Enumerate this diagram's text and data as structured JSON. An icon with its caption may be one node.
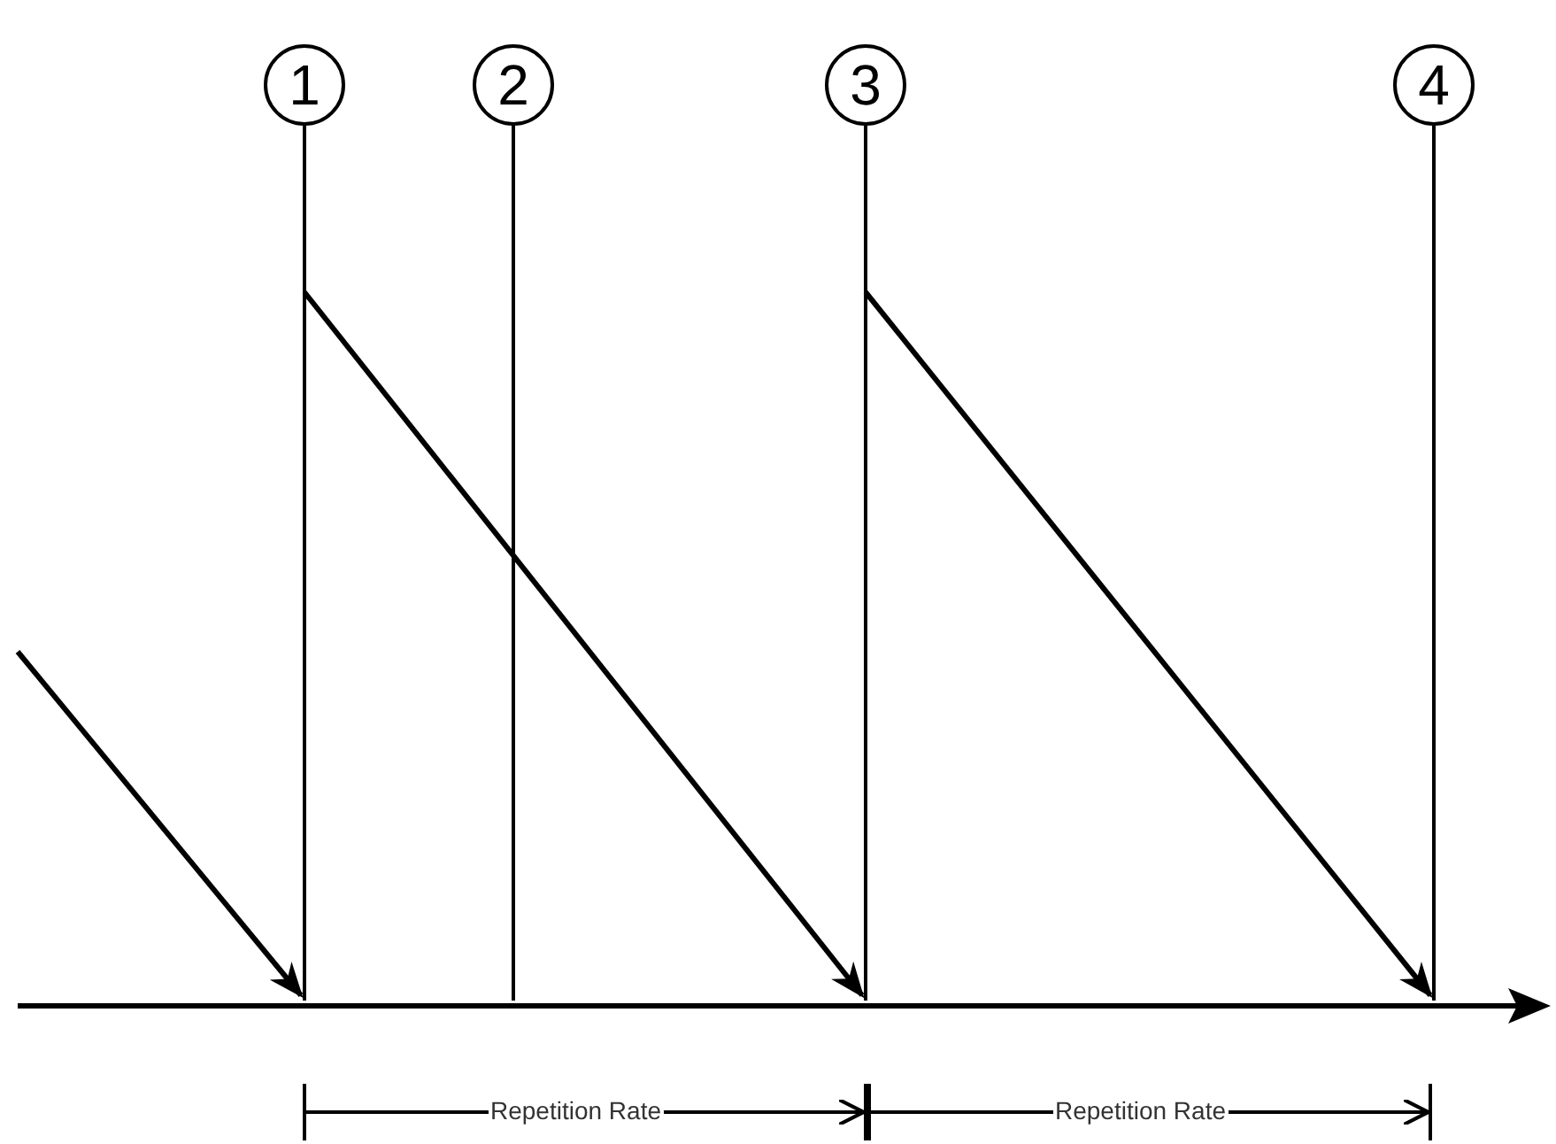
{
  "diagram": {
    "nodes": [
      {
        "text": [
          "1"
        ]
      },
      {
        "text": [
          "2"
        ]
      },
      {
        "text": [
          "3"
        ]
      },
      {
        "text": [
          "4"
        ]
      }
    ],
    "edges": [
      {
        "from": null,
        "to": 0,
        "arrow": "to"
      },
      {
        "from": 0,
        "to": 2,
        "arrow": "to"
      },
      {
        "from": 2,
        "to": 3,
        "arrow": "to"
      }
    ],
    "labels": [
      "Repetition Rate",
      "Repetition Rate"
    ]
  }
}
